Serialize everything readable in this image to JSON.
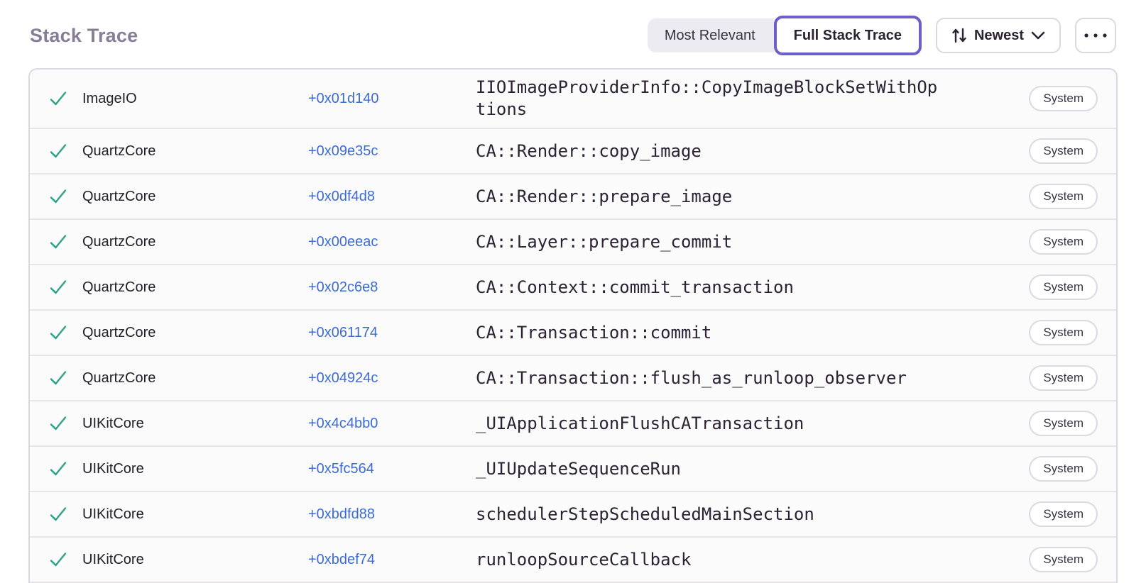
{
  "header": {
    "title": "Stack Trace",
    "segmented": {
      "most_relevant": "Most Relevant",
      "full_stack_trace": "Full Stack Trace",
      "selected": "Full Stack Trace"
    },
    "sort": {
      "label": "Newest",
      "icon": "sort-arrows-icon",
      "chevron": "chevron-down-icon"
    },
    "more": {
      "icon": "ellipsis-icon"
    }
  },
  "colors": {
    "accent_purple": "#6c5fc7",
    "link_blue": "#3b6bd6",
    "success_green": "#2ba185",
    "title_gray": "#877d96",
    "border_gray": "#dcd8e2"
  },
  "frames": [
    {
      "status_icon": "check-icon",
      "module": "ImageIO",
      "address": "+0x01d140",
      "function": "IIOImageProviderInfo::CopyImageBlockSetWithOptions",
      "tag": "System"
    },
    {
      "status_icon": "check-icon",
      "module": "QuartzCore",
      "address": "+0x09e35c",
      "function": "CA::Render::copy_image",
      "tag": "System"
    },
    {
      "status_icon": "check-icon",
      "module": "QuartzCore",
      "address": "+0x0df4d8",
      "function": "CA::Render::prepare_image",
      "tag": "System"
    },
    {
      "status_icon": "check-icon",
      "module": "QuartzCore",
      "address": "+0x00eeac",
      "function": "CA::Layer::prepare_commit",
      "tag": "System"
    },
    {
      "status_icon": "check-icon",
      "module": "QuartzCore",
      "address": "+0x02c6e8",
      "function": "CA::Context::commit_transaction",
      "tag": "System"
    },
    {
      "status_icon": "check-icon",
      "module": "QuartzCore",
      "address": "+0x061174",
      "function": "CA::Transaction::commit",
      "tag": "System"
    },
    {
      "status_icon": "check-icon",
      "module": "QuartzCore",
      "address": "+0x04924c",
      "function": "CA::Transaction::flush_as_runloop_observer",
      "tag": "System"
    },
    {
      "status_icon": "check-icon",
      "module": "UIKitCore",
      "address": "+0x4c4bb0",
      "function": "_UIApplicationFlushCATransaction",
      "tag": "System"
    },
    {
      "status_icon": "check-icon",
      "module": "UIKitCore",
      "address": "+0x5fc564",
      "function": "_UIUpdateSequenceRun",
      "tag": "System"
    },
    {
      "status_icon": "check-icon",
      "module": "UIKitCore",
      "address": "+0xbdfd88",
      "function": "schedulerStepScheduledMainSection",
      "tag": "System"
    },
    {
      "status_icon": "check-icon",
      "module": "UIKitCore",
      "address": "+0xbdef74",
      "function": "runloopSourceCallback",
      "tag": "System"
    }
  ]
}
